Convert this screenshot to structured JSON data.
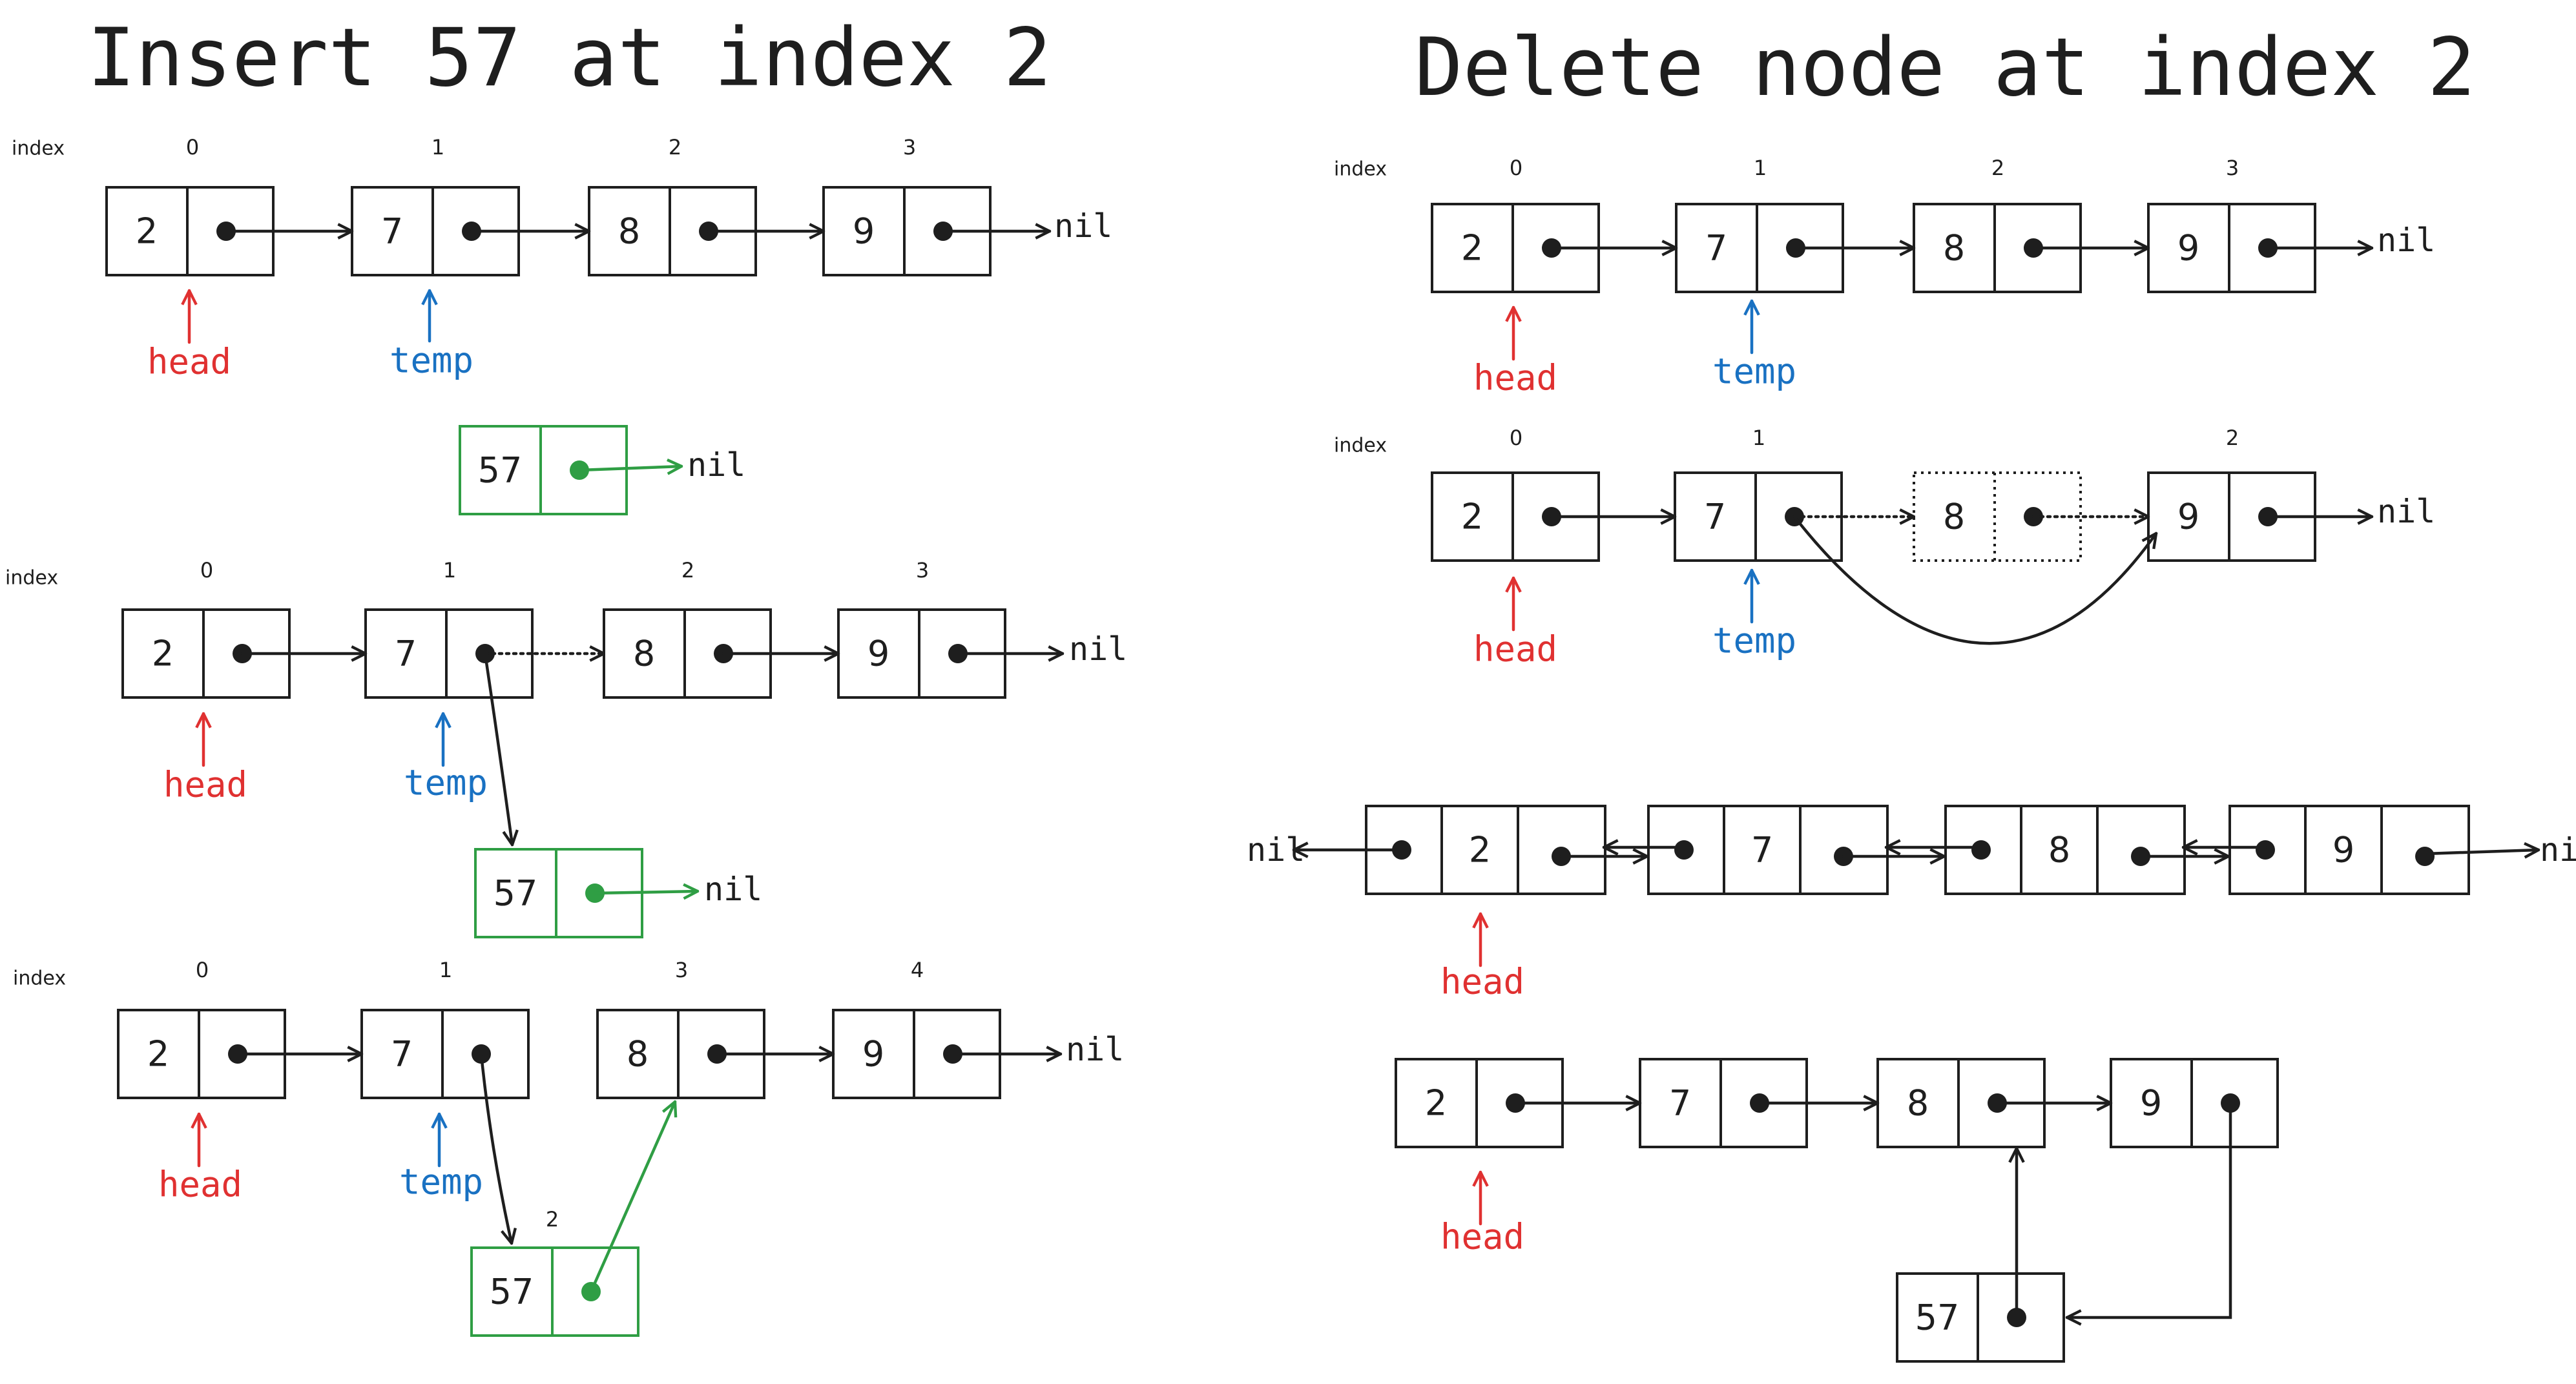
{
  "colors": {
    "ink": "#1e1e1e",
    "head": "#e03131",
    "temp": "#1971c2",
    "new_node": "#2f9e44"
  },
  "insert": {
    "title": "Insert 57 at index 2",
    "diagram1": {
      "index_word": "index",
      "indices": [
        "0",
        "1",
        "2",
        "3"
      ],
      "values": [
        "2",
        "7",
        "8",
        "9"
      ],
      "nil": "nil",
      "head_label": "head",
      "temp_label": "temp",
      "new_node": {
        "value": "57",
        "nil": "nil"
      }
    },
    "diagram2": {
      "index_word": "index",
      "indices": [
        "0",
        "1",
        "2",
        "3"
      ],
      "values": [
        "2",
        "7",
        "8",
        "9"
      ],
      "nil": "nil",
      "head_label": "head",
      "temp_label": "temp",
      "new_node": {
        "value": "57",
        "nil": "nil"
      }
    },
    "diagram3": {
      "index_word": "index",
      "indices": [
        "0",
        "1",
        "3",
        "4"
      ],
      "values": [
        "2",
        "7",
        "8",
        "9"
      ],
      "nil": "nil",
      "head_label": "head",
      "temp_label": "temp",
      "new_node": {
        "value": "57",
        "index": "2"
      }
    }
  },
  "delete": {
    "title": "Delete node at index 2",
    "diagram1": {
      "index_word": "index",
      "indices": [
        "0",
        "1",
        "2",
        "3"
      ],
      "values": [
        "2",
        "7",
        "8",
        "9"
      ],
      "nil": "nil",
      "head_label": "head",
      "temp_label": "temp"
    },
    "diagram2": {
      "index_word": "index",
      "indices": [
        "0",
        "1",
        "2"
      ],
      "values": [
        "2",
        "7",
        "8",
        "9"
      ],
      "nil": "nil",
      "head_label": "head",
      "temp_label": "temp"
    }
  },
  "doubly": {
    "values": [
      "2",
      "7",
      "8",
      "9"
    ],
    "nil_left": "nil",
    "nil_right": "nil",
    "head_label": "head"
  },
  "insert_last": {
    "values": [
      "2",
      "7",
      "8",
      "9"
    ],
    "new_value": "57",
    "head_label": "head"
  }
}
